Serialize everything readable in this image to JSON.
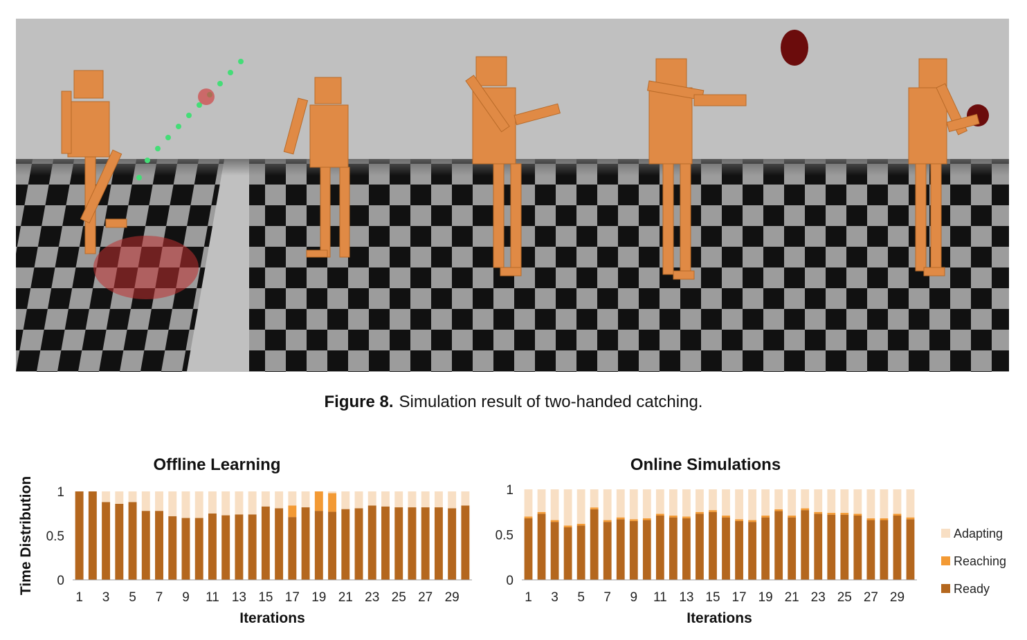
{
  "caption": {
    "label": "Figure 8.",
    "text": "Simulation result of two-handed catching."
  },
  "colors": {
    "ready": "#b4671e",
    "reaching": "#f39a34",
    "adapting": "#f8dfc4",
    "background": "#ffffff"
  },
  "chart_data": [
    {
      "type": "bar",
      "stacked": true,
      "title": "Offline Learning",
      "xlabel": "Iterations",
      "ylabel": "Time Distribution",
      "ylim": [
        0,
        1
      ],
      "yticks": [
        "0",
        "0.5",
        "1"
      ],
      "categories": [
        1,
        2,
        3,
        4,
        5,
        6,
        7,
        8,
        9,
        10,
        11,
        12,
        13,
        14,
        15,
        16,
        17,
        18,
        19,
        20,
        21,
        22,
        23,
        24,
        25,
        26,
        27,
        28,
        29,
        30
      ],
      "tick_labels": [
        "1",
        "3",
        "5",
        "7",
        "9",
        "11",
        "13",
        "15",
        "17",
        "19",
        "21",
        "23",
        "25",
        "27",
        "29"
      ],
      "series": [
        {
          "name": "Ready",
          "values": [
            1,
            1,
            0.88,
            0.86,
            0.88,
            0.78,
            0.78,
            0.72,
            0.7,
            0.7,
            0.75,
            0.73,
            0.74,
            0.74,
            0.83,
            0.81,
            0.71,
            0.82,
            0.78,
            0.77,
            0.8,
            0.81,
            0.84,
            0.83,
            0.82,
            0.82,
            0.82,
            0.82,
            0.81,
            0.84
          ]
        },
        {
          "name": "Reaching",
          "values": [
            0,
            0,
            0,
            0,
            0,
            0,
            0,
            0,
            0,
            0,
            0,
            0,
            0,
            0,
            0,
            0,
            0.13,
            0,
            0.22,
            0.21,
            0,
            0,
            0,
            0,
            0,
            0,
            0,
            0,
            0,
            0
          ]
        },
        {
          "name": "Adapting",
          "values": [
            0,
            0,
            0.12,
            0.14,
            0.12,
            0.22,
            0.22,
            0.28,
            0.3,
            0.3,
            0.25,
            0.27,
            0.26,
            0.26,
            0.17,
            0.19,
            0.16,
            0.18,
            0,
            0.02,
            0.2,
            0.19,
            0.16,
            0.17,
            0.18,
            0.18,
            0.18,
            0.18,
            0.19,
            0.16
          ]
        }
      ]
    },
    {
      "type": "bar",
      "stacked": true,
      "title": "Online Simulations",
      "xlabel": "Iterations",
      "ylabel": "",
      "ylim": [
        0,
        1
      ],
      "yticks": [
        "0",
        "0.5",
        "1"
      ],
      "categories": [
        1,
        2,
        3,
        4,
        5,
        6,
        7,
        8,
        9,
        10,
        11,
        12,
        13,
        14,
        15,
        16,
        17,
        18,
        19,
        20,
        21,
        22,
        23,
        24,
        25,
        26,
        27,
        28,
        29,
        30
      ],
      "tick_labels": [
        "1",
        "3",
        "5",
        "7",
        "9",
        "11",
        "13",
        "15",
        "17",
        "19",
        "21",
        "23",
        "25",
        "27",
        "29"
      ],
      "series": [
        {
          "name": "Ready",
          "values": [
            0.68,
            0.73,
            0.64,
            0.58,
            0.6,
            0.78,
            0.64,
            0.67,
            0.65,
            0.66,
            0.71,
            0.69,
            0.68,
            0.73,
            0.75,
            0.69,
            0.65,
            0.64,
            0.69,
            0.76,
            0.69,
            0.77,
            0.73,
            0.72,
            0.72,
            0.71,
            0.66,
            0.66,
            0.71,
            0.67
          ]
        },
        {
          "name": "Reaching",
          "values": [
            0.02,
            0.02,
            0.02,
            0.02,
            0.02,
            0.02,
            0.02,
            0.02,
            0.02,
            0.02,
            0.02,
            0.02,
            0.02,
            0.02,
            0.02,
            0.02,
            0.02,
            0.02,
            0.02,
            0.02,
            0.02,
            0.02,
            0.02,
            0.02,
            0.02,
            0.02,
            0.02,
            0.02,
            0.02,
            0.02
          ]
        },
        {
          "name": "Adapting",
          "values": [
            0.3,
            0.25,
            0.34,
            0.4,
            0.38,
            0.2,
            0.34,
            0.31,
            0.33,
            0.32,
            0.27,
            0.29,
            0.3,
            0.25,
            0.23,
            0.29,
            0.33,
            0.34,
            0.29,
            0.22,
            0.29,
            0.21,
            0.25,
            0.26,
            0.26,
            0.27,
            0.32,
            0.32,
            0.27,
            0.31
          ]
        }
      ]
    }
  ],
  "legend": [
    "Adapting",
    "Reaching",
    "Ready"
  ]
}
